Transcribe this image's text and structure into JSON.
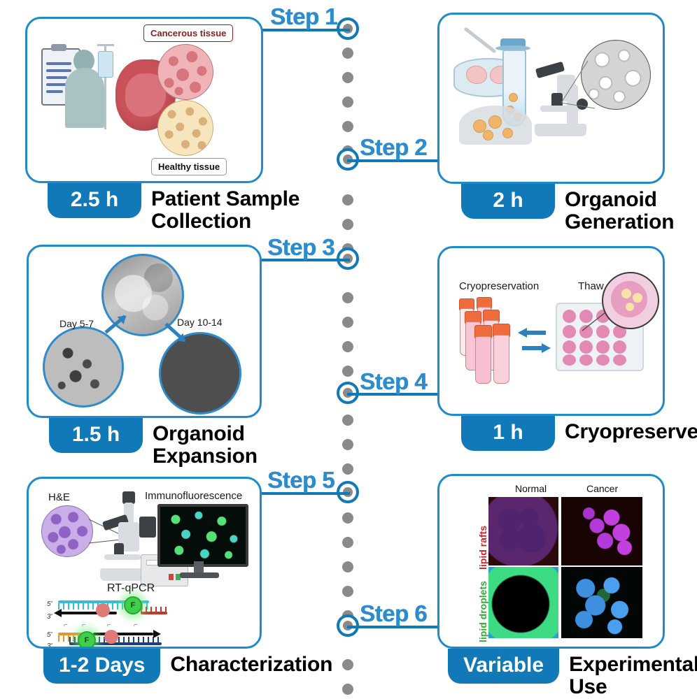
{
  "theme": {
    "accent_blue": "#1179b8",
    "step_label_blue": "#2e8bcc",
    "card_border": "#1e8bcc",
    "spine_dot_gray": "#8a8a8a",
    "caption_black": "#000000",
    "cancer_red": "#8d2020",
    "lipid_rafts_red": "#c1272d",
    "lipid_droplets_green": "#39a935"
  },
  "steps": [
    {
      "step_label": "Step 1",
      "duration": "2.5 h",
      "title": "Patient Sample\nCollection",
      "title_line1": "Patient Sample",
      "title_line2": "Collection",
      "side": "left",
      "figure_labels": {
        "cancerous": "Cancerous tissue",
        "healthy": "Healthy tissue"
      }
    },
    {
      "step_label": "Step 2",
      "duration": "2 h",
      "title": "Organoid\nGeneration",
      "title_line1": "Organoid",
      "title_line2": "Generation",
      "side": "right",
      "figure_labels": {}
    },
    {
      "step_label": "Step 3",
      "duration": "1.5 h",
      "title": "Organoid\nExpansion",
      "title_line1": "Organoid",
      "title_line2": "Expansion",
      "side": "left",
      "figure_labels": {
        "day_early": "Day 5-7",
        "day_late": "Day 10-14"
      }
    },
    {
      "step_label": "Step 4",
      "duration": "1 h",
      "title": "Cryopreserve",
      "title_line1": "Cryopreserve",
      "title_line2": "",
      "side": "right",
      "figure_labels": {
        "cryo": "Cryopreservation",
        "thaw": "Thaw"
      }
    },
    {
      "step_label": "Step 5",
      "duration": "1-2 Days",
      "title": "Characterization",
      "title_line1": "Characterization",
      "title_line2": "",
      "side": "left",
      "figure_labels": {
        "he": "H&E",
        "if": "Immunofluorescence",
        "pcr": "RT-qPCR",
        "five_prime_a": "5'",
        "three_prime_a": "3'",
        "five_prime_b": "5'",
        "three_prime_b": "3'",
        "fluorophore": "F"
      }
    },
    {
      "step_label": "Step 6",
      "duration": "Variable",
      "title": "Experimental\nUse",
      "title_line1": "Experimental",
      "title_line2": "Use",
      "side": "right",
      "figure_labels": {
        "col_normal": "Normal",
        "col_cancer": "Cancer",
        "row_rafts": "lipid rafts",
        "row_droplets": "lipid droplets"
      }
    }
  ]
}
